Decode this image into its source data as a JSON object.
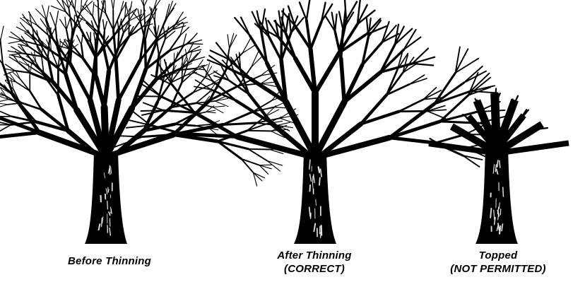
{
  "diagrams": [
    {
      "caption": "Before Thinning",
      "note": ""
    },
    {
      "caption": "After Thinning",
      "note": "(CORRECT)"
    },
    {
      "caption": "Topped",
      "note": "(NOT PERMITTED)"
    }
  ],
  "colors": {
    "ink": "#000000",
    "bark_highlight": "#ffffff",
    "background": "#ffffff"
  }
}
